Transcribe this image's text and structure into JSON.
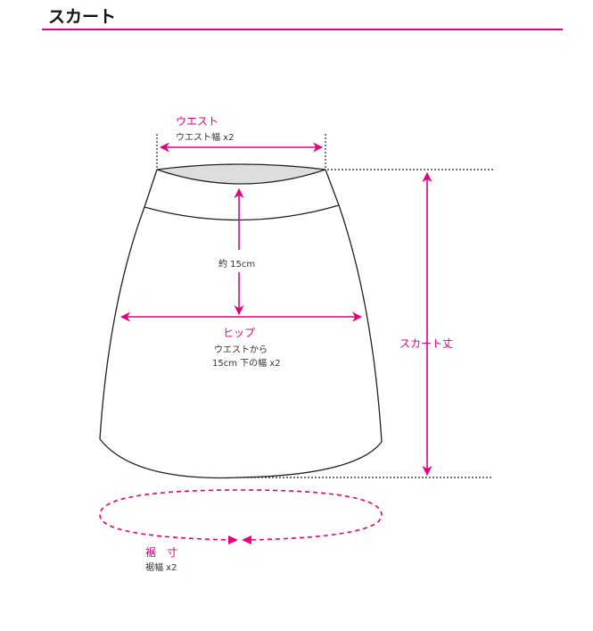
{
  "title": "スカート",
  "colors": {
    "accent": "#e4007f",
    "outline": "#222222",
    "waist_fill": "#dddddd"
  },
  "labels": {
    "waist": "ウエスト",
    "waist_note": "ウエスト幅 x2",
    "approx": "約 15cm",
    "hip": "ヒップ",
    "hip_note1": "ウエストから",
    "hip_note2": "15cm 下の幅 x2",
    "length": "スカート丈",
    "hem": "裾　寸",
    "hem_note": "裾幅 x2"
  }
}
